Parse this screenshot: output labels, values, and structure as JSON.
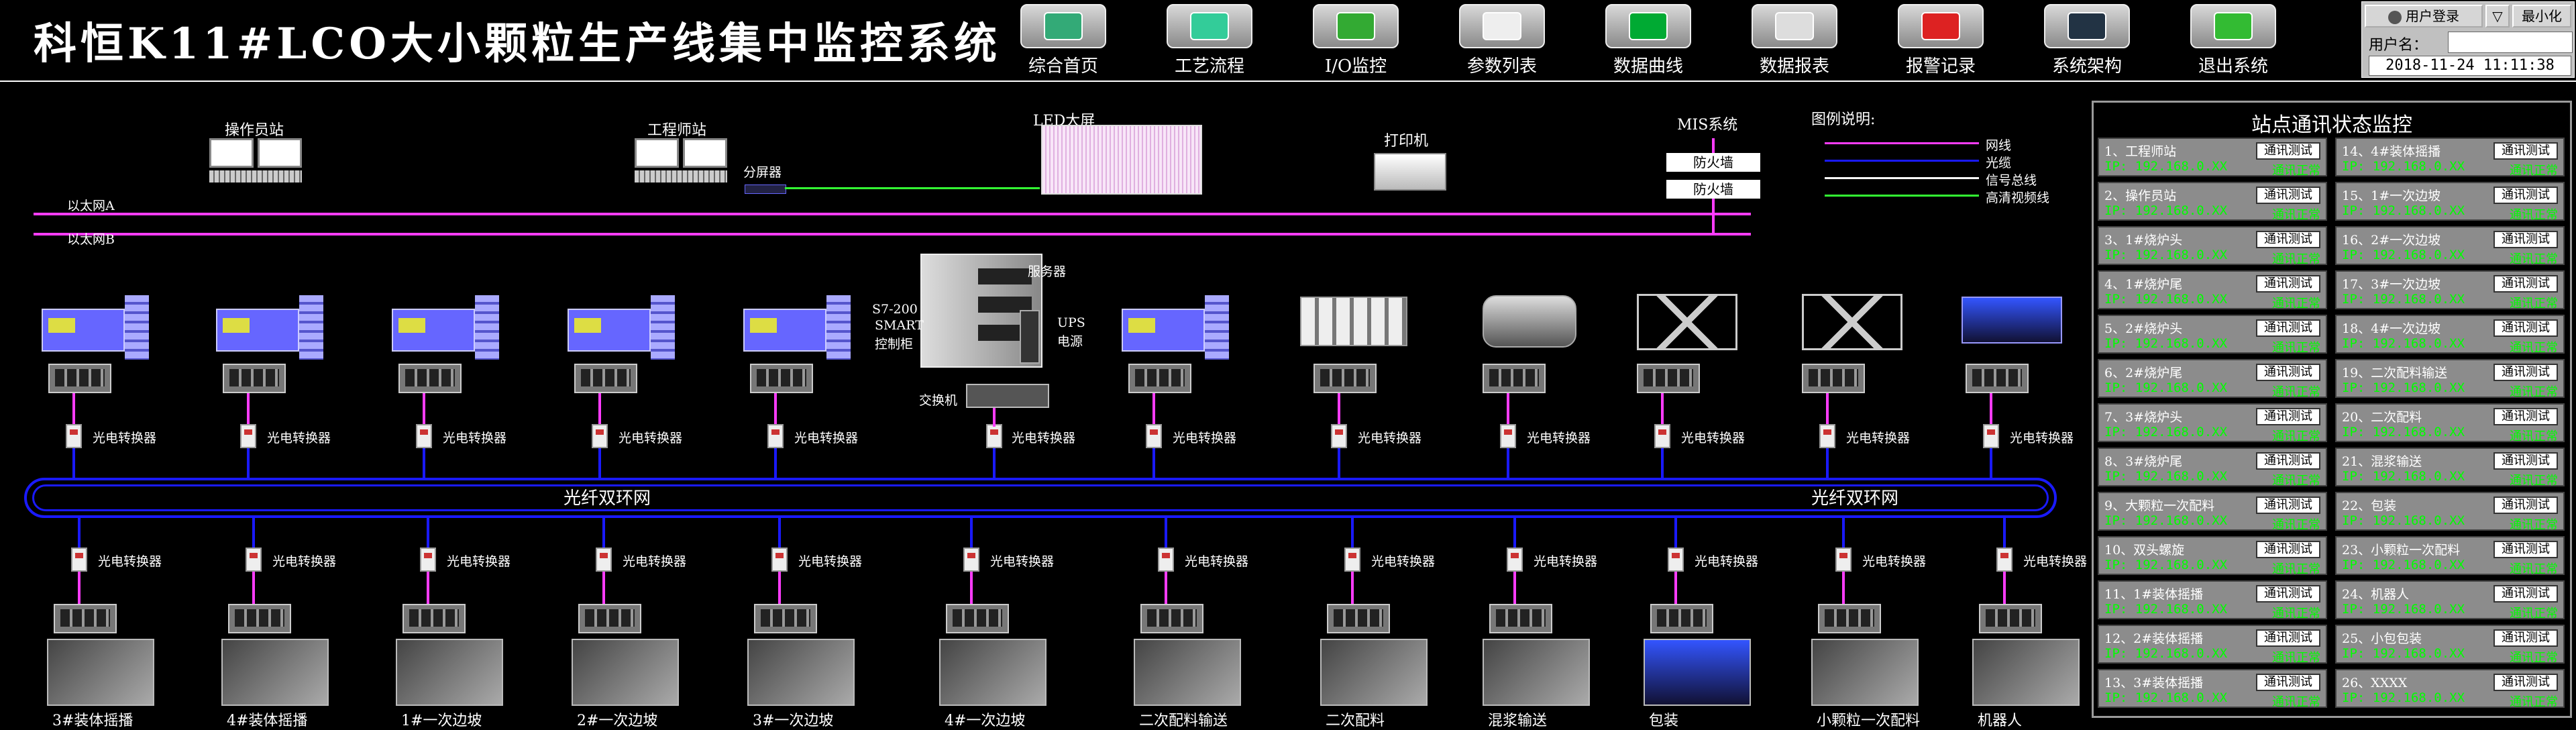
{
  "header": {
    "title": "科恒K11#LCO大小颗粒生产线集中监控系统",
    "nav": [
      {
        "label": "综合首页",
        "icon": "home-icon"
      },
      {
        "label": "工艺流程",
        "icon": "process-flow-icon"
      },
      {
        "label": "I/O监控",
        "icon": "io-monitor-icon"
      },
      {
        "label": "参数列表",
        "icon": "parameter-list-icon"
      },
      {
        "label": "数据曲线",
        "icon": "data-curve-icon"
      },
      {
        "label": "数据报表",
        "icon": "data-report-icon"
      },
      {
        "label": "报警记录",
        "icon": "alarm-icon"
      },
      {
        "label": "系统架构",
        "icon": "system-architecture-icon"
      },
      {
        "label": "退出系统",
        "icon": "exit-icon"
      }
    ],
    "user": {
      "login_label": "用户登录",
      "minimize_label": "最小化",
      "username_label": "用户名：",
      "username_value": "",
      "datetime": "2018-11-24 11:11:38"
    }
  },
  "diagram": {
    "operator_station": "操作员站",
    "engineer_station": "工程师站",
    "led_screen": "LED大屏",
    "printer": "打印机",
    "mis": "MIS系统",
    "firewall": "防火墙",
    "splitter": "分屏器",
    "ethernet_a": "以太网A",
    "ethernet_b": "以太网B",
    "server": "服务器",
    "s7": "S7-200",
    "smart": "SMART",
    "control_cabinet": "控制柜",
    "ups1": "UPS",
    "ups2": "电源",
    "switch": "交换机",
    "fiber_ring": "光纤双环网",
    "converter": "光电转换器",
    "legend": {
      "title": "图例说明:",
      "items": [
        {
          "label": "网线",
          "color": "#ff3cff"
        },
        {
          "label": "光缆",
          "color": "#1a1aff"
        },
        {
          "label": "信号总线",
          "color": "#ffffff"
        },
        {
          "label": "高清视频线",
          "color": "#33ff33"
        }
      ]
    },
    "top_stations": [
      "1#烧炉头",
      "1#烧炉尾",
      "2#烧炉头",
      "2#烧炉尾",
      "3#烧炉头",
      "3#烧炉尾",
      "大颗粒一次配料",
      "双头螺旋",
      "1#装体摇播",
      "2#装体摇播",
      "小包包装"
    ],
    "bottom_stations": [
      "3#装体摇播",
      "4#装体摇播",
      "1#一次边坡",
      "2#一次边坡",
      "3#一次边坡",
      "4#一次边坡",
      "二次配料输送",
      "二次配料",
      "混浆输送",
      "包装",
      "小颗粒一次配料",
      "机器人"
    ]
  },
  "status_panel": {
    "title": "站点通讯状态监控",
    "test_label": "通讯测试",
    "left": [
      {
        "name": "1、工程师站",
        "ip": "IP: 192.168.0.XX",
        "status": "通讯正常"
      },
      {
        "name": "2、操作员站",
        "ip": "IP: 192.168.0.XX",
        "status": "通讯正常"
      },
      {
        "name": "3、1#烧炉头",
        "ip": "IP: 192.168.0.XX",
        "status": "通讯正常"
      },
      {
        "name": "4、1#烧炉尾",
        "ip": "IP: 192.168.0.XX",
        "status": "通讯正常"
      },
      {
        "name": "5、2#烧炉头",
        "ip": "IP: 192.168.0.XX",
        "status": "通讯正常"
      },
      {
        "name": "6、2#烧炉尾",
        "ip": "IP: 192.168.0.XX",
        "status": "通讯正常"
      },
      {
        "name": "7、3#烧炉头",
        "ip": "IP: 192.168.0.XX",
        "status": "通讯正常"
      },
      {
        "name": "8、3#烧炉尾",
        "ip": "IP: 192.168.0.XX",
        "status": "通讯正常"
      },
      {
        "name": "9、大颗粒一次配料",
        "ip": "IP: 192.168.0.XX",
        "status": "通讯正常"
      },
      {
        "name": "10、双头螺旋",
        "ip": "IP: 192.168.0.XX",
        "status": "通讯正常"
      },
      {
        "name": "11、1#装体摇播",
        "ip": "IP: 192.168.0.XX",
        "status": "通讯正常"
      },
      {
        "name": "12、2#装体摇播",
        "ip": "IP: 192.168.0.XX",
        "status": "通讯正常"
      },
      {
        "name": "13、3#装体摇播",
        "ip": "IP: 192.168.0.XX",
        "status": "通讯正常"
      }
    ],
    "right": [
      {
        "name": "14、4#装体摇播",
        "ip": "IP: 192.168.0.XX",
        "status": "通讯正常"
      },
      {
        "name": "15、1#一次边坡",
        "ip": "IP: 192.168.0.XX",
        "status": "通讯正常"
      },
      {
        "name": "16、2#一次边坡",
        "ip": "IP: 192.168.0.XX",
        "status": "通讯正常"
      },
      {
        "name": "17、3#一次边坡",
        "ip": "IP: 192.168.0.XX",
        "status": "通讯正常"
      },
      {
        "name": "18、4#一次边坡",
        "ip": "IP: 192.168.0.XX",
        "status": "通讯正常"
      },
      {
        "name": "19、二次配料输送",
        "ip": "IP: 192.168.0.XX",
        "status": "通讯正常"
      },
      {
        "name": "20、二次配料",
        "ip": "IP: 192.168.0.XX",
        "status": "通讯正常"
      },
      {
        "name": "21、混浆输送",
        "ip": "IP: 192.168.0.XX",
        "status": "通讯正常"
      },
      {
        "name": "22、包装",
        "ip": "IP: 192.168.0.XX",
        "status": "通讯正常"
      },
      {
        "name": "23、小颗粒一次配料",
        "ip": "IP: 192.168.0.XX",
        "status": "通讯正常"
      },
      {
        "name": "24、机器人",
        "ip": "IP: 192.168.0.XX",
        "status": "通讯正常"
      },
      {
        "name": "25、小包包装",
        "ip": "IP: 192.168.0.XX",
        "status": "通讯正常"
      },
      {
        "name": "26、XXXX",
        "ip": "IP: 192.168.0.XX",
        "status": "通讯正常"
      }
    ]
  }
}
